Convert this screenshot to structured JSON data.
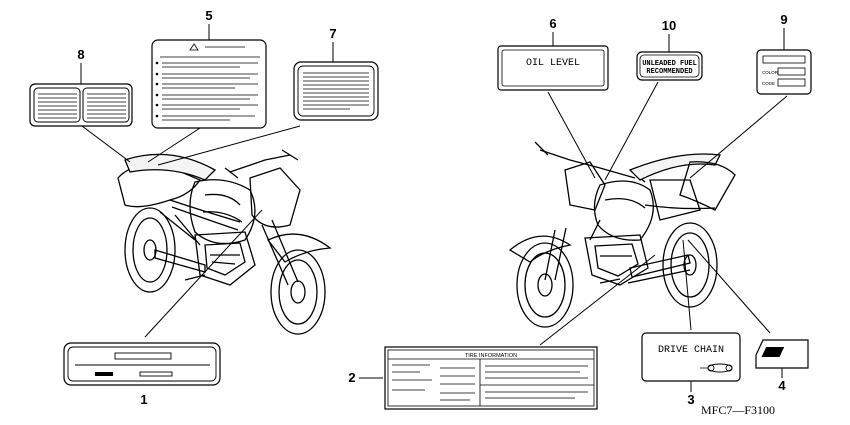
{
  "diagram": {
    "callouts": [
      "1",
      "2",
      "3",
      "4",
      "5",
      "6",
      "7",
      "8",
      "9",
      "10"
    ],
    "labels": {
      "oil_level": "OIL LEVEL",
      "unleaded_fuel": "UNLEADED FUEL",
      "recommended": "RECOMMENDED",
      "tire_information": "TIRE INFORMATION",
      "drive_chain": "DRIVE CHAIN",
      "color": "COLOR",
      "code": "CODE"
    },
    "diagram_code": "MFC7—F3100"
  }
}
